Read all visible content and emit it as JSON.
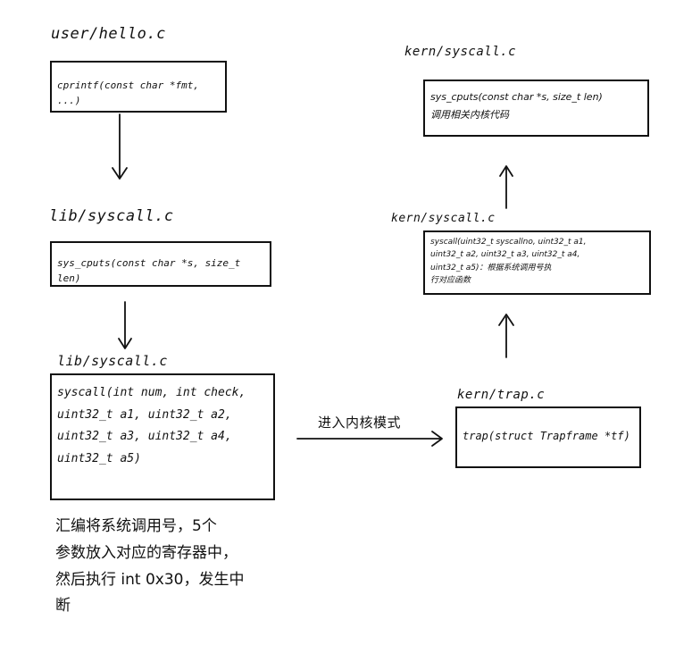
{
  "files": {
    "hello": "user/hello.c",
    "lib_syscall_1": "lib/syscall.c",
    "lib_syscall_2": "lib/syscall.c",
    "kern_syscall_top": "kern/syscall.c",
    "kern_syscall_mid": "kern/syscall.c",
    "kern_trap": "kern/trap.c"
  },
  "boxes": {
    "cprintf": "cprintf(const char *fmt, ...)",
    "sys_cputs_lib": "sys_cputs(const char *s, size_t len)",
    "syscall_lib": "syscall(int num, int check,\nuint32_t a1, uint32_t a2,\nuint32_t a3, uint32_t a4,\nuint32_t a5)",
    "trap": "trap(struct Trapframe *tf)",
    "syscall_kern": "syscall(uint32_t syscallno, uint32_t a1,\nuint32_t a2, uint32_t a3, uint32_t a4,\nuint32_t a5)：根据系统调用号执\n行对应函数",
    "sys_cputs_kern": "sys_cputs(const char *s, size_t len)\n调用相关内核代码"
  },
  "edge_labels": {
    "enter_kernel": "进入内核模式"
  },
  "note": "汇编将系统调用号，5个\n参数放入对应的寄存器中，\n然后执行 int 0x30，发生中\n断"
}
